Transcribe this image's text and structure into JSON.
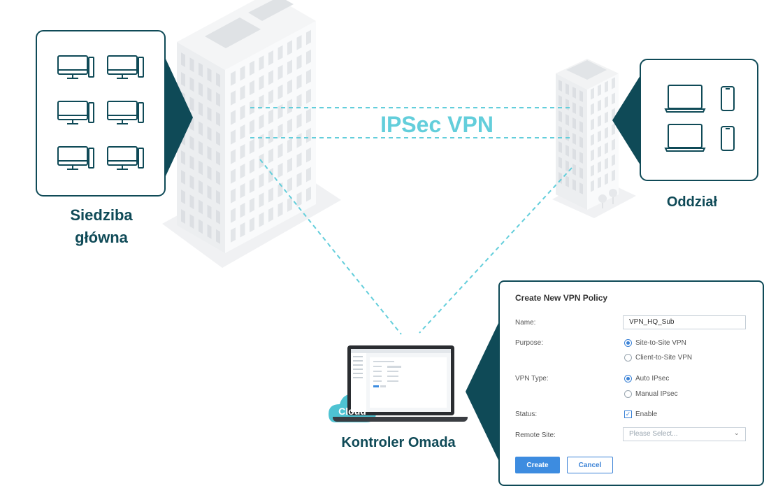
{
  "labels": {
    "hq_line1": "Siedziba",
    "hq_line2": "główna",
    "branch": "Oddział",
    "vpn": "IPSec VPN",
    "controller": "Kontroler Omada",
    "cloud": "Cloud"
  },
  "policy": {
    "title": "Create New VPN Policy",
    "name_label": "Name:",
    "name_value": "VPN_HQ_Sub",
    "purpose_label": "Purpose:",
    "purpose_options": [
      "Site-to-Site VPN",
      "Client-to-Site VPN"
    ],
    "purpose_selected": "Site-to-Site VPN",
    "vpn_type_label": "VPN Type:",
    "vpn_type_options": [
      "Auto IPsec",
      "Manual IPsec"
    ],
    "vpn_type_selected": "Auto IPsec",
    "status_label": "Status:",
    "status_option": "Enable",
    "status_checked": true,
    "remote_site_label": "Remote Site:",
    "remote_site_placeholder": "Please Select...",
    "create_label": "Create",
    "cancel_label": "Cancel"
  },
  "colors": {
    "dark_teal": "#0f4a57",
    "vpn_cyan": "#63cedb",
    "button_blue": "#3d8ce0"
  },
  "icons": [
    "desktop-icon",
    "laptop-icon",
    "phone-icon",
    "cloud-icon",
    "check-icon",
    "chevron-down-icon"
  ]
}
